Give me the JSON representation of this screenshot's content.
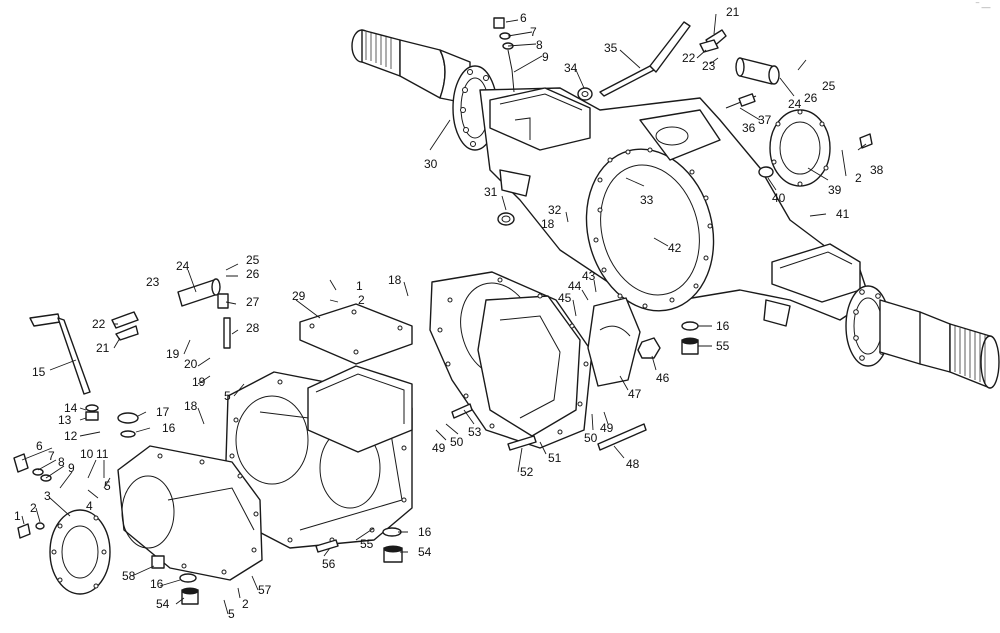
{
  "watermark": "‾ —",
  "callouts": [
    {
      "id": "c-6a",
      "label": "6"
    },
    {
      "id": "c-7a",
      "label": "7"
    },
    {
      "id": "c-8a",
      "label": "8"
    },
    {
      "id": "c-9a",
      "label": "9"
    },
    {
      "id": "c-21a",
      "label": "21"
    },
    {
      "id": "c-22a",
      "label": "22"
    },
    {
      "id": "c-23a",
      "label": "23"
    },
    {
      "id": "c-35",
      "label": "35"
    },
    {
      "id": "c-34",
      "label": "34"
    },
    {
      "id": "c-25a",
      "label": "25"
    },
    {
      "id": "c-26a",
      "label": "26"
    },
    {
      "id": "c-24a",
      "label": "24"
    },
    {
      "id": "c-36",
      "label": "36"
    },
    {
      "id": "c-37",
      "label": "37"
    },
    {
      "id": "c-30",
      "label": "30"
    },
    {
      "id": "c-38",
      "label": "38"
    },
    {
      "id": "c-2a",
      "label": "2"
    },
    {
      "id": "c-39",
      "label": "39"
    },
    {
      "id": "c-40",
      "label": "40"
    },
    {
      "id": "c-31",
      "label": "31"
    },
    {
      "id": "c-33",
      "label": "33"
    },
    {
      "id": "c-32",
      "label": "32"
    },
    {
      "id": "c-18a",
      "label": "18"
    },
    {
      "id": "c-41",
      "label": "41"
    },
    {
      "id": "c-42",
      "label": "42"
    },
    {
      "id": "c-25b",
      "label": "25"
    },
    {
      "id": "c-26b",
      "label": "26"
    },
    {
      "id": "c-24b",
      "label": "24"
    },
    {
      "id": "c-23b",
      "label": "23"
    },
    {
      "id": "c-27",
      "label": "27"
    },
    {
      "id": "c-1a",
      "label": "1"
    },
    {
      "id": "c-2b",
      "label": "2"
    },
    {
      "id": "c-18b",
      "label": "18"
    },
    {
      "id": "c-43",
      "label": "43"
    },
    {
      "id": "c-44",
      "label": "44"
    },
    {
      "id": "c-45",
      "label": "45"
    },
    {
      "id": "c-29",
      "label": "29"
    },
    {
      "id": "c-22b",
      "label": "22"
    },
    {
      "id": "c-21b",
      "label": "21"
    },
    {
      "id": "c-28",
      "label": "28"
    },
    {
      "id": "c-19a",
      "label": "19"
    },
    {
      "id": "c-20",
      "label": "20"
    },
    {
      "id": "c-19b",
      "label": "19"
    },
    {
      "id": "c-15",
      "label": "15"
    },
    {
      "id": "c-16a",
      "label": "16"
    },
    {
      "id": "c-55a",
      "label": "55"
    },
    {
      "id": "c-46",
      "label": "46"
    },
    {
      "id": "c-47",
      "label": "47"
    },
    {
      "id": "c-5a",
      "label": "5"
    },
    {
      "id": "c-14",
      "label": "14"
    },
    {
      "id": "c-13",
      "label": "13"
    },
    {
      "id": "c-12",
      "label": "12"
    },
    {
      "id": "c-18c",
      "label": "18"
    },
    {
      "id": "c-17",
      "label": "17"
    },
    {
      "id": "c-16b",
      "label": "16"
    },
    {
      "id": "c-49a",
      "label": "49"
    },
    {
      "id": "c-50a",
      "label": "50"
    },
    {
      "id": "c-53",
      "label": "53"
    },
    {
      "id": "c-50b",
      "label": "50"
    },
    {
      "id": "c-49b",
      "label": "49"
    },
    {
      "id": "c-48",
      "label": "48"
    },
    {
      "id": "c-6b",
      "label": "6"
    },
    {
      "id": "c-7b",
      "label": "7"
    },
    {
      "id": "c-8b",
      "label": "8"
    },
    {
      "id": "c-9b",
      "label": "9"
    },
    {
      "id": "c-10",
      "label": "10"
    },
    {
      "id": "c-11",
      "label": "11"
    },
    {
      "id": "c-5b",
      "label": "5"
    },
    {
      "id": "c-4",
      "label": "4"
    },
    {
      "id": "c-3",
      "label": "3"
    },
    {
      "id": "c-2c",
      "label": "2"
    },
    {
      "id": "c-1b",
      "label": "1"
    },
    {
      "id": "c-51",
      "label": "51"
    },
    {
      "id": "c-52",
      "label": "52"
    },
    {
      "id": "c-16c",
      "label": "16"
    },
    {
      "id": "c-55b",
      "label": "55"
    },
    {
      "id": "c-54a",
      "label": "54"
    },
    {
      "id": "c-56",
      "label": "56"
    },
    {
      "id": "c-58",
      "label": "58"
    },
    {
      "id": "c-16d",
      "label": "16"
    },
    {
      "id": "c-54b",
      "label": "54"
    },
    {
      "id": "c-57",
      "label": "57"
    },
    {
      "id": "c-5c",
      "label": "5"
    },
    {
      "id": "c-2d",
      "label": "2"
    }
  ]
}
